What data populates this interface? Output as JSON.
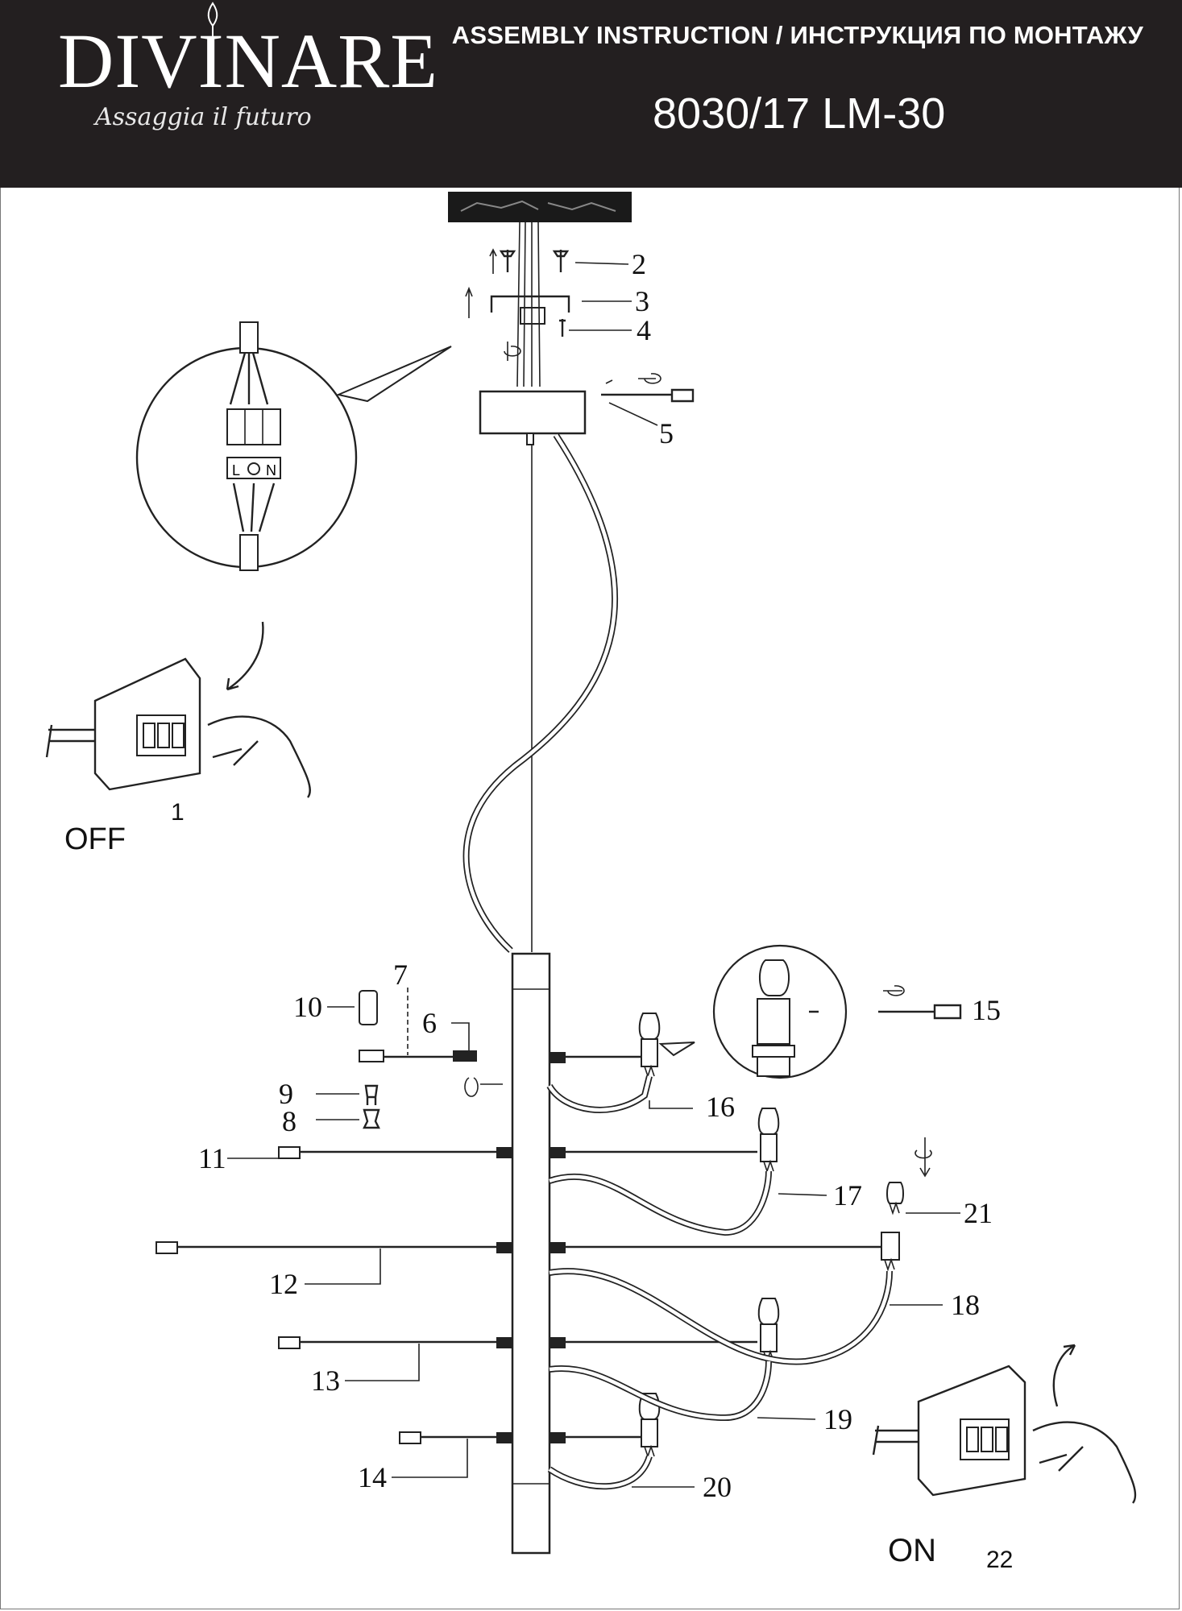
{
  "header": {
    "brand": "DIVINARE",
    "tagline": "Assaggia il futuro",
    "title": "ASSEMBLY INSTRUCTION / ИНСТРУКЦИЯ ПО МОНТАЖУ",
    "model": "8030/17  LM-30"
  },
  "switch_off": {
    "label": "OFF",
    "step": "1"
  },
  "switch_on": {
    "label": "ON",
    "step": "22"
  },
  "terminal_labels": {
    "live": "L",
    "neutral": "N"
  },
  "callouts": {
    "c2": "2",
    "c3": "3",
    "c4": "4",
    "c5": "5",
    "c6": "6",
    "c7": "7",
    "c8": "8",
    "c9": "9",
    "c10": "10",
    "c11": "11",
    "c12": "12",
    "c13": "13",
    "c14": "14",
    "c15": "15",
    "c16": "16",
    "c17": "17",
    "c18": "18",
    "c19": "19",
    "c20": "20",
    "c21": "21"
  },
  "colors": {
    "header_bg": "#231f20",
    "line": "#222222"
  },
  "icons": [
    "screw-icon",
    "screwdriver-icon",
    "rotate-icon",
    "hand-icon",
    "wall-switch-icon",
    "bulb-icon"
  ]
}
